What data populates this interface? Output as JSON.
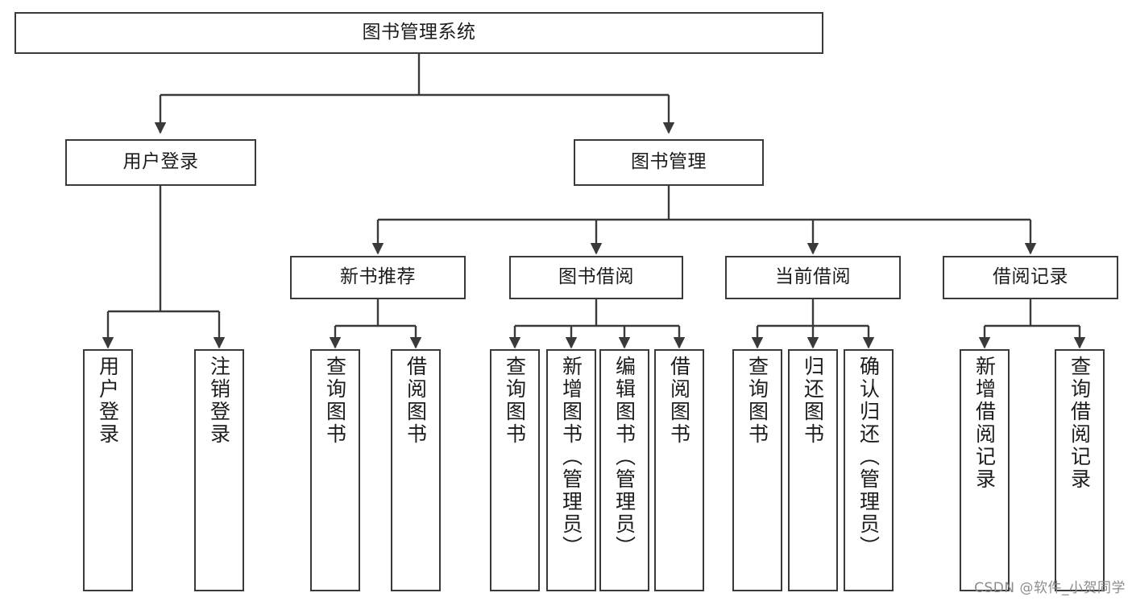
{
  "diagram": {
    "title_node": {
      "id": "root",
      "label": "图书管理系统"
    },
    "level2": [
      {
        "id": "user-login",
        "label": "用户登录"
      },
      {
        "id": "book-manage",
        "label": "图书管理"
      }
    ],
    "level3": [
      {
        "id": "new-book-recommend",
        "label": "新书推荐"
      },
      {
        "id": "book-borrow",
        "label": "图书借阅"
      },
      {
        "id": "current-borrow",
        "label": "当前借阅"
      },
      {
        "id": "borrow-record",
        "label": "借阅记录"
      }
    ],
    "leaves": {
      "user_login": [
        {
          "id": "leaf-user-login",
          "label": "用户登录"
        },
        {
          "id": "leaf-logout-login",
          "label": "注销登录"
        }
      ],
      "new_book_recommend": [
        {
          "id": "leaf-query-book-1",
          "label": "查询图书"
        },
        {
          "id": "leaf-borrow-book-1",
          "label": "借阅图书"
        }
      ],
      "book_borrow": [
        {
          "id": "leaf-query-book-2",
          "label": "查询图书"
        },
        {
          "id": "leaf-add-book",
          "label": "新增图书（管理员）"
        },
        {
          "id": "leaf-edit-book",
          "label": "编辑图书（管理员）"
        },
        {
          "id": "leaf-borrow-book-2",
          "label": "借阅图书"
        }
      ],
      "current_borrow": [
        {
          "id": "leaf-query-book-3",
          "label": "查询图书"
        },
        {
          "id": "leaf-return-book",
          "label": "归还图书"
        },
        {
          "id": "leaf-confirm-return",
          "label": "确认归还（管理员）"
        }
      ],
      "borrow_record": [
        {
          "id": "leaf-add-record",
          "label": "新增借阅记录"
        },
        {
          "id": "leaf-query-record",
          "label": "查询借阅记录"
        }
      ]
    }
  },
  "watermark": {
    "text": "CSDN @软件_小贺同学"
  },
  "colors": {
    "stroke": "#3a3a3a",
    "text": "#1c1c1c",
    "background": "#ffffff",
    "watermark": "#8c8c8c"
  }
}
